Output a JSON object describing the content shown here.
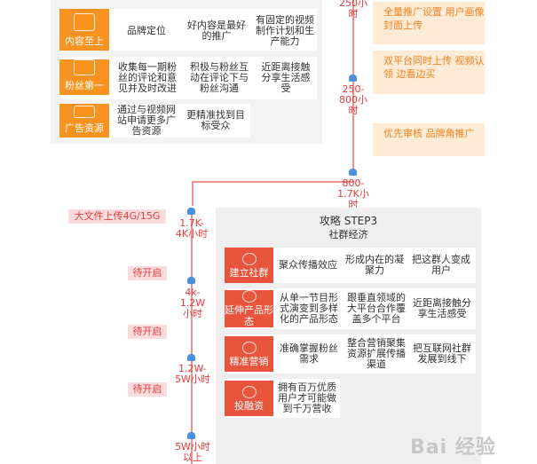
{
  "cards": {
    "rows": [
      {
        "tag": "内容至上",
        "cells": [
          "品牌定位",
          "好内容是最好的推广",
          "有固定的视频制作计划和生产能力"
        ]
      },
      {
        "tag": "粉丝第一",
        "cells": [
          "收集每一期粉丝的评论和意见并及时改进",
          "积极与粉丝互动在评论下与粉丝沟通",
          "近距离接触分享生活感受"
        ]
      },
      {
        "tag": "广告资源",
        "cells": [
          "通过与视频网站申请更多广告资源",
          "更精准找到目标受众"
        ]
      }
    ]
  },
  "notes": [
    "全量推广设置 用户画像 封面上传",
    "双平台同时上传 视频认领 边看边买",
    "优先审核 品牌角推广"
  ],
  "timeline": {
    "labels": [
      "250小时",
      "250-800小时",
      "800-1.7K小时",
      "1.7K-4K小时",
      "4k-1.2W小时",
      "1.2W-5W小时",
      "5W小时以上"
    ],
    "pills": [
      "大文件上传4G/15G",
      "待开启",
      "待开启",
      "待开启"
    ]
  },
  "step3": {
    "title": "攻略 STEP3",
    "subtitle": "社群经济",
    "rows": [
      {
        "tag": "建立社群",
        "cells": [
          "聚众传播效应",
          "形成内在的凝聚力",
          "把这群人变成用户"
        ]
      },
      {
        "tag": "延伸产品形态",
        "cells": [
          "从单一节目形式演变到多样化的产品形态",
          "跟垂直领域的大平台合作覆盖多个平台",
          "近距离接触分享生活感受"
        ]
      },
      {
        "tag": "精准营销",
        "cells": [
          "准确掌握粉丝需求",
          "整合营销聚集资源扩展传播渠道",
          "把互联网社群发展到线下"
        ]
      },
      {
        "tag": "投融资",
        "cells": [
          "拥有百万优质用户才可能做到千万营收"
        ]
      }
    ]
  },
  "colors": {
    "orange": "#f7931e",
    "red": "#e8553c",
    "line": "#ee9090",
    "note_bg": "#fdebd5"
  },
  "watermark": "Bai 经验"
}
